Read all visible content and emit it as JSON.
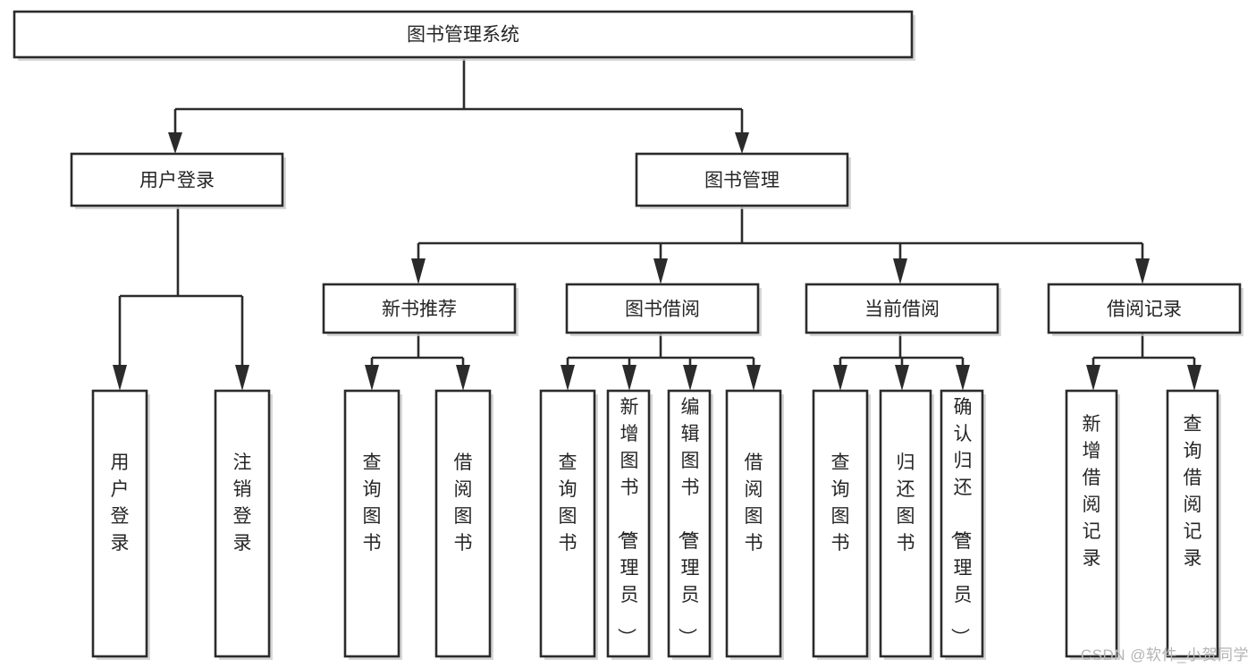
{
  "diagram": {
    "type": "tree-flowchart",
    "title": "图书管理系统",
    "watermark": "CSDN @软件_小贺同学",
    "colors": {
      "box_fill": "#ffffff",
      "box_stroke": "#2b2b2b",
      "text": "#262626",
      "watermark": "#b4b4b4",
      "background": "#ffffff"
    },
    "nodes": {
      "root": {
        "label": "图书管理系统"
      },
      "level2": [
        {
          "id": "user-login",
          "label": "用户登录"
        },
        {
          "id": "book-manage",
          "label": "图书管理"
        }
      ],
      "level3": [
        {
          "id": "new-book-recommend",
          "label": "新书推荐"
        },
        {
          "id": "book-borrow",
          "label": "图书借阅"
        },
        {
          "id": "current-borrow",
          "label": "当前借阅"
        },
        {
          "id": "borrow-record",
          "label": "借阅记录"
        }
      ],
      "leaves": {
        "user-login": [
          {
            "id": "leaf-user-login",
            "label": "用户登录"
          },
          {
            "id": "leaf-user-logout",
            "label": "注销登录"
          }
        ],
        "new-book-recommend": [
          {
            "id": "leaf-query-book-1",
            "label": "查询图书"
          },
          {
            "id": "leaf-borrow-book-1",
            "label": "借阅图书"
          }
        ],
        "book-borrow": [
          {
            "id": "leaf-query-book-2",
            "label": "查询图书"
          },
          {
            "id": "leaf-add-book",
            "label": "新增图书（管理员）"
          },
          {
            "id": "leaf-edit-book",
            "label": "编辑图书（管理员）"
          },
          {
            "id": "leaf-borrow-book-2",
            "label": "借阅图书"
          }
        ],
        "current-borrow": [
          {
            "id": "leaf-query-book-3",
            "label": "查询图书"
          },
          {
            "id": "leaf-return-book",
            "label": "归还图书"
          },
          {
            "id": "leaf-confirm-return",
            "label": "确认归还（管理员）"
          }
        ],
        "borrow-record": [
          {
            "id": "leaf-add-record",
            "label": "新增借阅记录"
          },
          {
            "id": "leaf-query-record",
            "label": "查询借阅记录"
          }
        ]
      }
    }
  }
}
